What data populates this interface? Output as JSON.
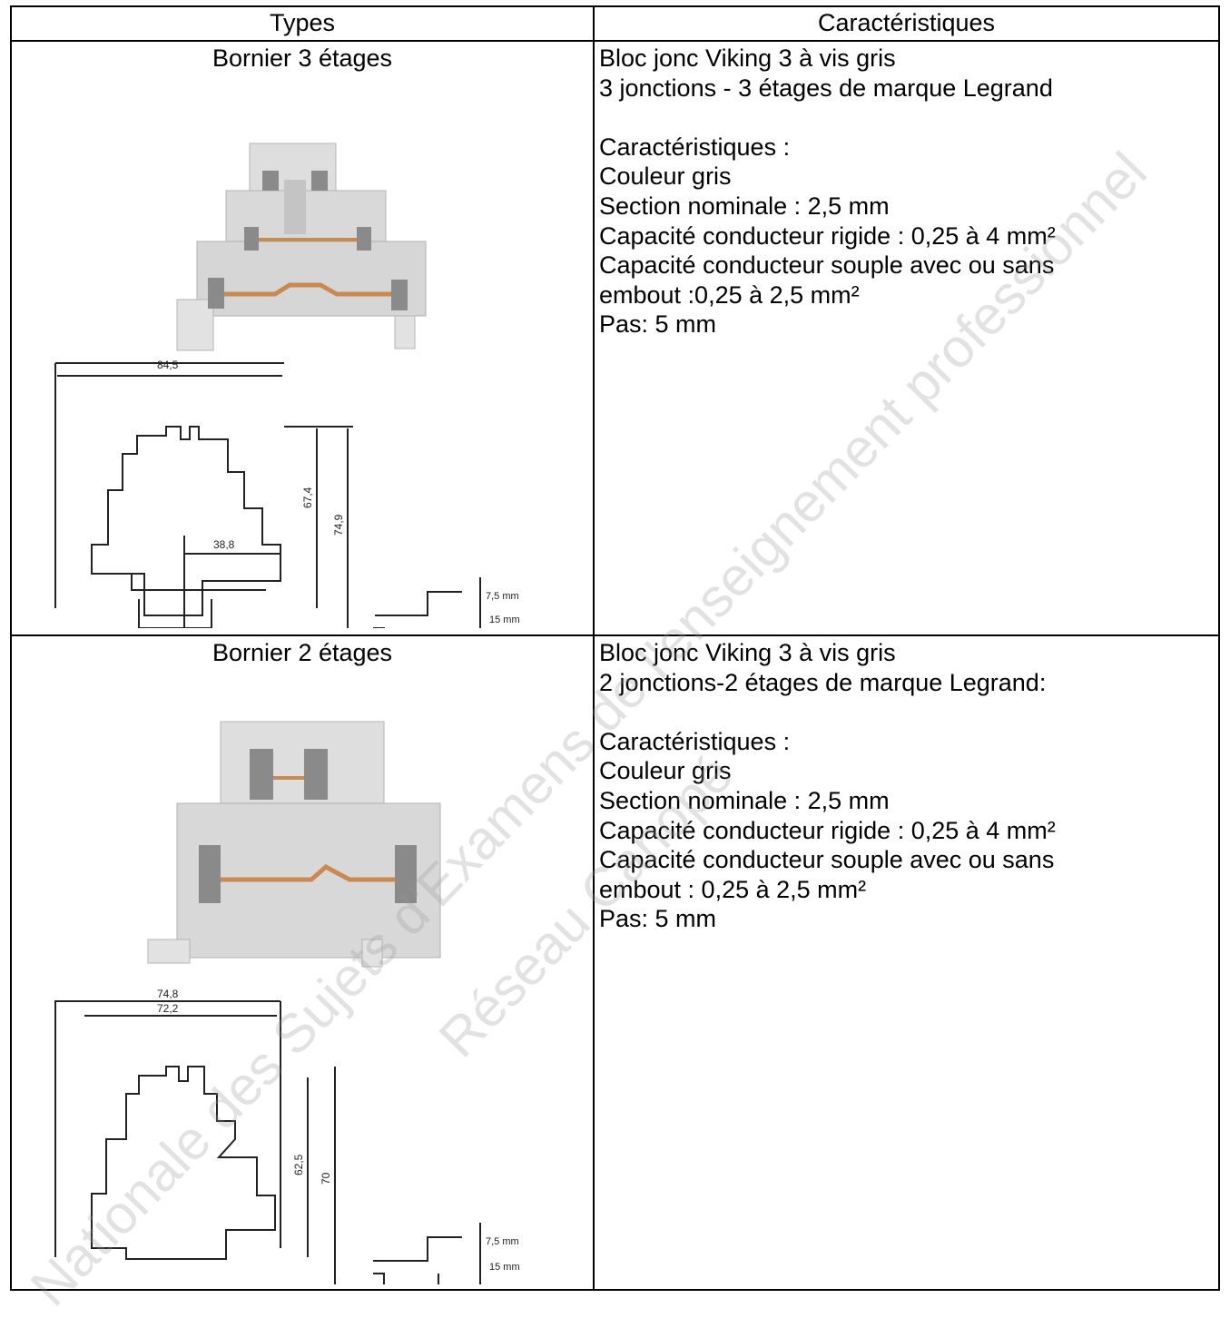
{
  "table": {
    "headers": [
      "Types",
      "Caractéristiques"
    ],
    "rows": [
      {
        "type_title": "Bornier 3 étages",
        "description": "Bloc jonc Viking 3 à vis gris\n3 jonctions - 3 étages de marque Legrand\n\nCaractéristiques :\nCouleur gris\nSection nominale : 2,5 mm\nCapacité conducteur rigide : 0,25 à 4 mm²\nCapacité conducteur souple avec ou sans\nembout :0,25 à 2,5 mm²\nPas: 5 mm",
        "dims": {
          "width": "84,5",
          "inner": "38,8",
          "height1": "67,4",
          "height2": "74,9",
          "rail1": "7,5 mm",
          "rail2": "15 mm"
        }
      },
      {
        "type_title": "Bornier 2 étages",
        "description": "Bloc jonc Viking 3 à vis gris\n2 jonctions-2 étages de marque Legrand:\n\nCaractéristiques :\nCouleur gris\nSection nominale : 2,5 mm\nCapacité conducteur rigide : 0,25 à 4 mm²\nCapacité conducteur souple avec ou sans\nembout : 0,25 à 2,5 mm²\nPas: 5 mm",
        "dims": {
          "width1": "74,8",
          "width2": "72,2",
          "height1": "62,5",
          "height2": "70",
          "rail1": "7,5 mm",
          "rail2": "15 mm"
        }
      }
    ]
  },
  "watermark": {
    "line1": "Nationale des Sujets d'Examens de l'enseignement professionnel",
    "line2": "Réseau Canopé"
  },
  "colors": {
    "border": "#000000",
    "terminal_grey": "#dcdcdc",
    "copper": "#c98a52",
    "watermark": "#969696"
  }
}
